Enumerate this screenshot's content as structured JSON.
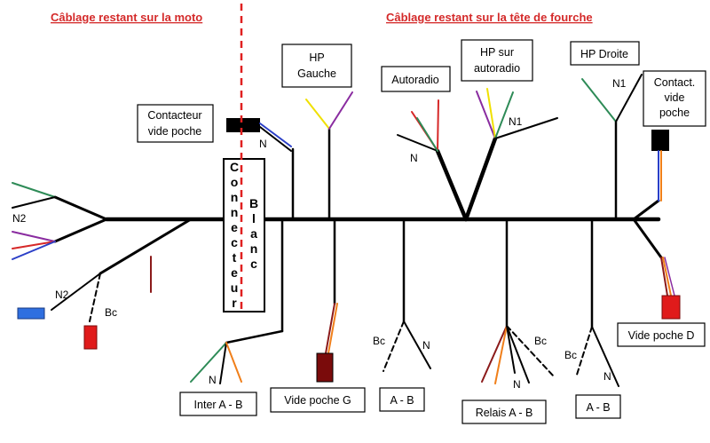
{
  "headers": {
    "left": "Câblage restant sur la moto",
    "right": "Câblage restant sur la tête de fourche"
  },
  "boxes": {
    "hp_gauche": [
      "HP",
      "Gauche"
    ],
    "autoradio": "Autoradio",
    "hp_sur_autoradio": [
      "HP sur",
      "autoradio"
    ],
    "hp_droite": "HP Droite",
    "contact_vide_poche": [
      "Contact.",
      "vide",
      "poche"
    ],
    "contacteur_vide_poche": [
      "Contacteur",
      "vide poche"
    ],
    "vide_poche_d": "Vide poche D",
    "inter_ab": "Inter A - B",
    "vide_poche_g": "Vide poche G",
    "ab_1": "A - B",
    "relais_ab": "Relais A - B",
    "ab_2": "A - B"
  },
  "connector": {
    "left_letters": [
      "C",
      "o",
      "n",
      "n",
      "e",
      "c",
      "t",
      "e",
      "u",
      "r"
    ],
    "right_letters": [
      "B",
      "l",
      "a",
      "n",
      "c"
    ]
  },
  "wire_labels": {
    "n2_top": "N2",
    "n2_bottom": "N2",
    "bc_left": "Bc",
    "n_contacteur": "N",
    "n_autoradio": "N",
    "n1_hp_autoradio": "N1",
    "n1_hp_droite": "N1",
    "n_inter": "N",
    "bc_ab1": "Bc",
    "n_ab1": "N",
    "n_relais": "N",
    "bc_relais": "Bc",
    "bc_ab2": "Bc",
    "n_ab2": "N"
  },
  "colors": {
    "header": "#d42a2a",
    "harness": "#000000",
    "green": "#2e8b57",
    "red": "#d62828",
    "blue": "#2b3fc7",
    "yellow": "#f0e000",
    "purple": "#8a2ca0",
    "orange": "#f07f1a",
    "brown": "#8b1a1a",
    "dark_red": "#7a0b0b",
    "plug_blue": "#2f6fe0",
    "plug_red": "#e01b1b",
    "plug_black": "#000000",
    "divider": "#e02020"
  }
}
